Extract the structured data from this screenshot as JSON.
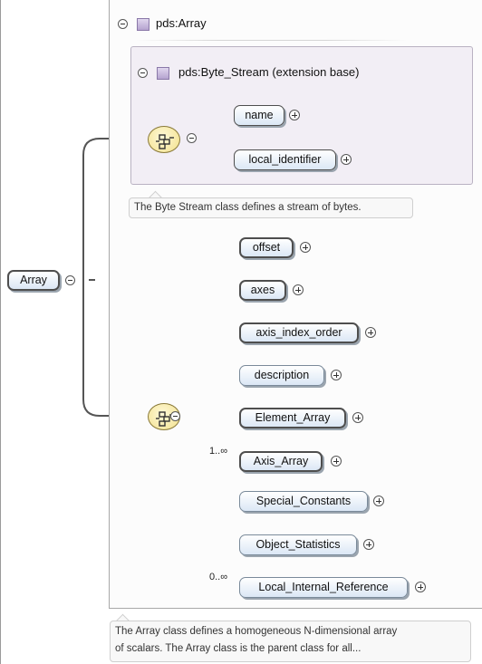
{
  "root": {
    "label": "Array"
  },
  "type": {
    "label": "pds:Array",
    "base": {
      "label": "pds:Byte_Stream (extension base)",
      "elements": [
        "name",
        "local_identifier"
      ]
    },
    "base_note": "The Byte Stream class defines a stream of bytes."
  },
  "elements": [
    {
      "label": "offset",
      "occurs": ""
    },
    {
      "label": "axes",
      "occurs": ""
    },
    {
      "label": "axis_index_order",
      "occurs": ""
    },
    {
      "label": "description",
      "occurs": ""
    },
    {
      "label": "Element_Array",
      "occurs": ""
    },
    {
      "label": "Axis_Array",
      "occurs": "1..∞"
    },
    {
      "label": "Special_Constants",
      "occurs": ""
    },
    {
      "label": "Object_Statistics",
      "occurs": ""
    },
    {
      "label": "Local_Internal_Reference",
      "occurs": "0..∞"
    }
  ],
  "note": {
    "line1": "The Array class defines a homogeneous N-dimensional array",
    "line2": "of scalars. The Array class is the parent class for all..."
  },
  "icons": {
    "collapse": "collapse-icon",
    "expand": "expand-icon",
    "type": "complex-type-icon",
    "sequence": "sequence-compositor-icon"
  },
  "colors": {
    "node_fill": "#dbe7f5",
    "sequence_fill": "#f2e08a",
    "base_box": "#f2eef5",
    "type_icon": "#b5a3cf"
  }
}
